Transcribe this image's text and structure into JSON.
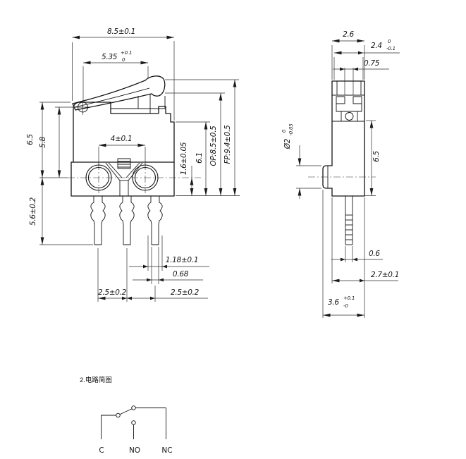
{
  "front_view": {
    "dims": {
      "total_width": "8.5±0.1",
      "lever_length": {
        "main": "5.35",
        "tol_top": "+0.1",
        "tol_bottom": "0"
      },
      "body_height_left": "6.5",
      "hole_to_centerline": "5.8",
      "pin_length": "5.6±0.2",
      "hole_spacing": "4±0.1",
      "centerline_to_base": "1.6±0.05",
      "right_height": "6.1",
      "operating_position": "OP:8.5±0.5",
      "free_position": "FP:9.4±0.5",
      "pin_width": "1.18±0.1",
      "pin_tip_width": "0.68",
      "pin_pitch_left": "2.5±0.2",
      "pin_pitch_right": "2.5±0.2"
    }
  },
  "side_view": {
    "dims": {
      "cap_width": "2.6",
      "body_width": {
        "main": "2.4",
        "tol_top": "0",
        "tol_bottom": "-0.1"
      },
      "plunger_width": "0.75",
      "boss_diameter": {
        "main": "Ø2",
        "tol_top": "0",
        "tol_bottom": "-0.05"
      },
      "body_height": "6.5",
      "pin_width": "0.6",
      "body_depth": "2.7±0.1",
      "total_depth": {
        "main": "3.6",
        "tol_top": "+0.1",
        "tol_bottom": "-0"
      }
    }
  },
  "circuit": {
    "title": "2.电路简图",
    "terminals": [
      {
        "label": "C"
      },
      {
        "label": "NO"
      },
      {
        "label": "NC"
      }
    ]
  }
}
